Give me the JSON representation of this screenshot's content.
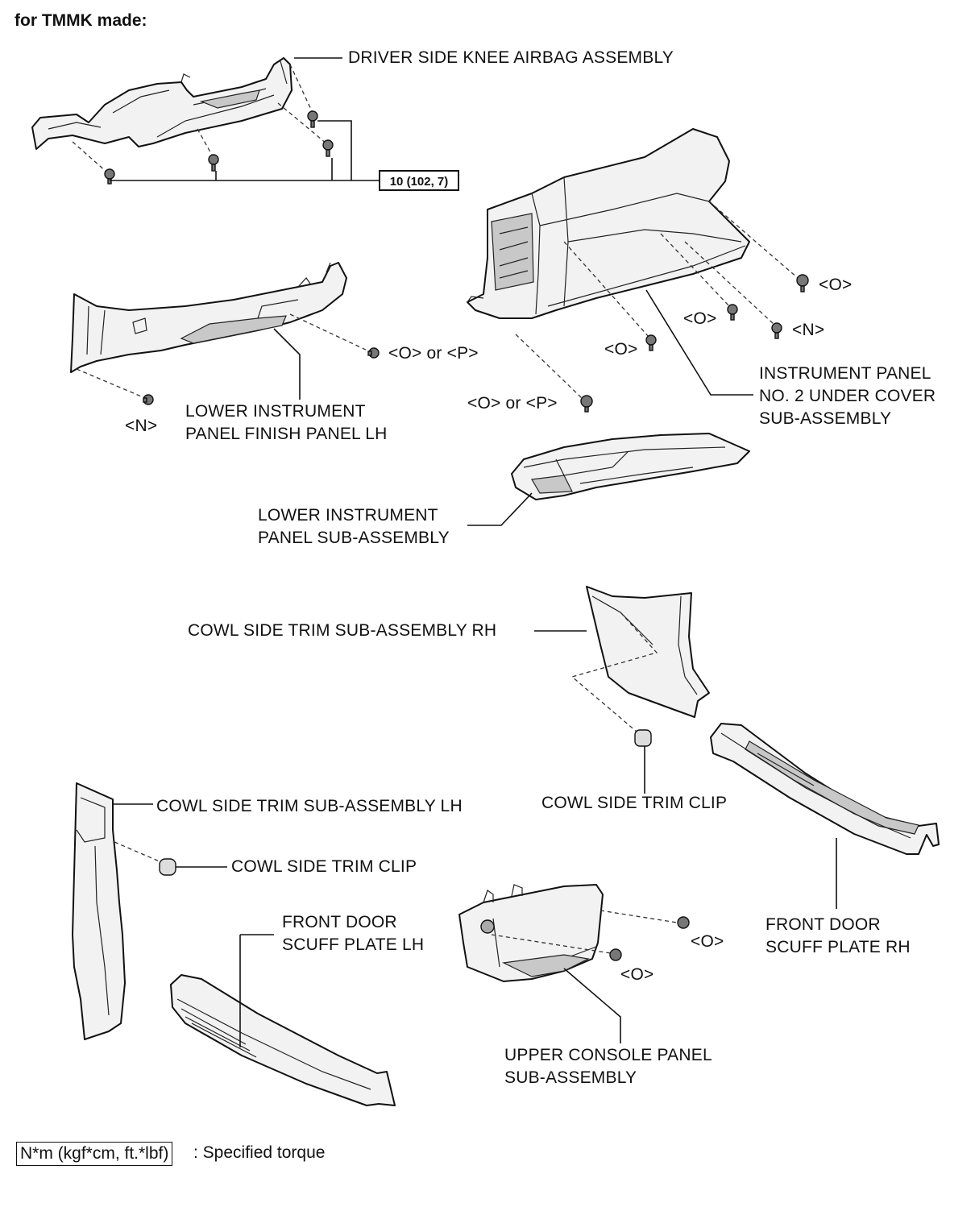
{
  "title": "for TMMK made:",
  "torque_value": "10 (102, 7)",
  "labels": {
    "driver_knee_airbag": "DRIVER SIDE KNEE AIRBAG ASSEMBLY",
    "lower_finish_panel_l1": "LOWER INSTRUMENT",
    "lower_finish_panel_l2": "PANEL FINISH PANEL LH",
    "ip_under_cover_l1": "INSTRUMENT PANEL",
    "ip_under_cover_l2": "NO. 2 UNDER COVER",
    "ip_under_cover_l3": "SUB-ASSEMBLY",
    "lower_ip_sub_l1": "LOWER INSTRUMENT",
    "lower_ip_sub_l2": "PANEL SUB-ASSEMBLY",
    "cowl_trim_rh": "COWL SIDE TRIM SUB-ASSEMBLY RH",
    "cowl_clip_rh": "COWL SIDE TRIM CLIP",
    "cowl_trim_lh": "COWL SIDE TRIM SUB-ASSEMBLY LH",
    "cowl_clip_lh": "COWL SIDE TRIM CLIP",
    "scuff_lh_l1": "FRONT DOOR",
    "scuff_lh_l2": "SCUFF PLATE LH",
    "scuff_rh_l1": "FRONT DOOR",
    "scuff_rh_l2": "SCUFF PLATE RH",
    "console_l1": "UPPER CONSOLE PANEL",
    "console_l2": "SUB-ASSEMBLY"
  },
  "fastener_marks": {
    "o_or_p_a": "<O> or <P>",
    "n_a": "<N>",
    "o_a": "<O>",
    "o_b": "<O>",
    "n_b": "<N>",
    "o_c": "<O>",
    "o_or_p_b": "<O> or <P>",
    "o_d": "<O>",
    "o_e": "<O>"
  },
  "legend": {
    "unit": "N*m (kgf*cm, ft.*lbf)",
    "text": ": Specified torque"
  }
}
